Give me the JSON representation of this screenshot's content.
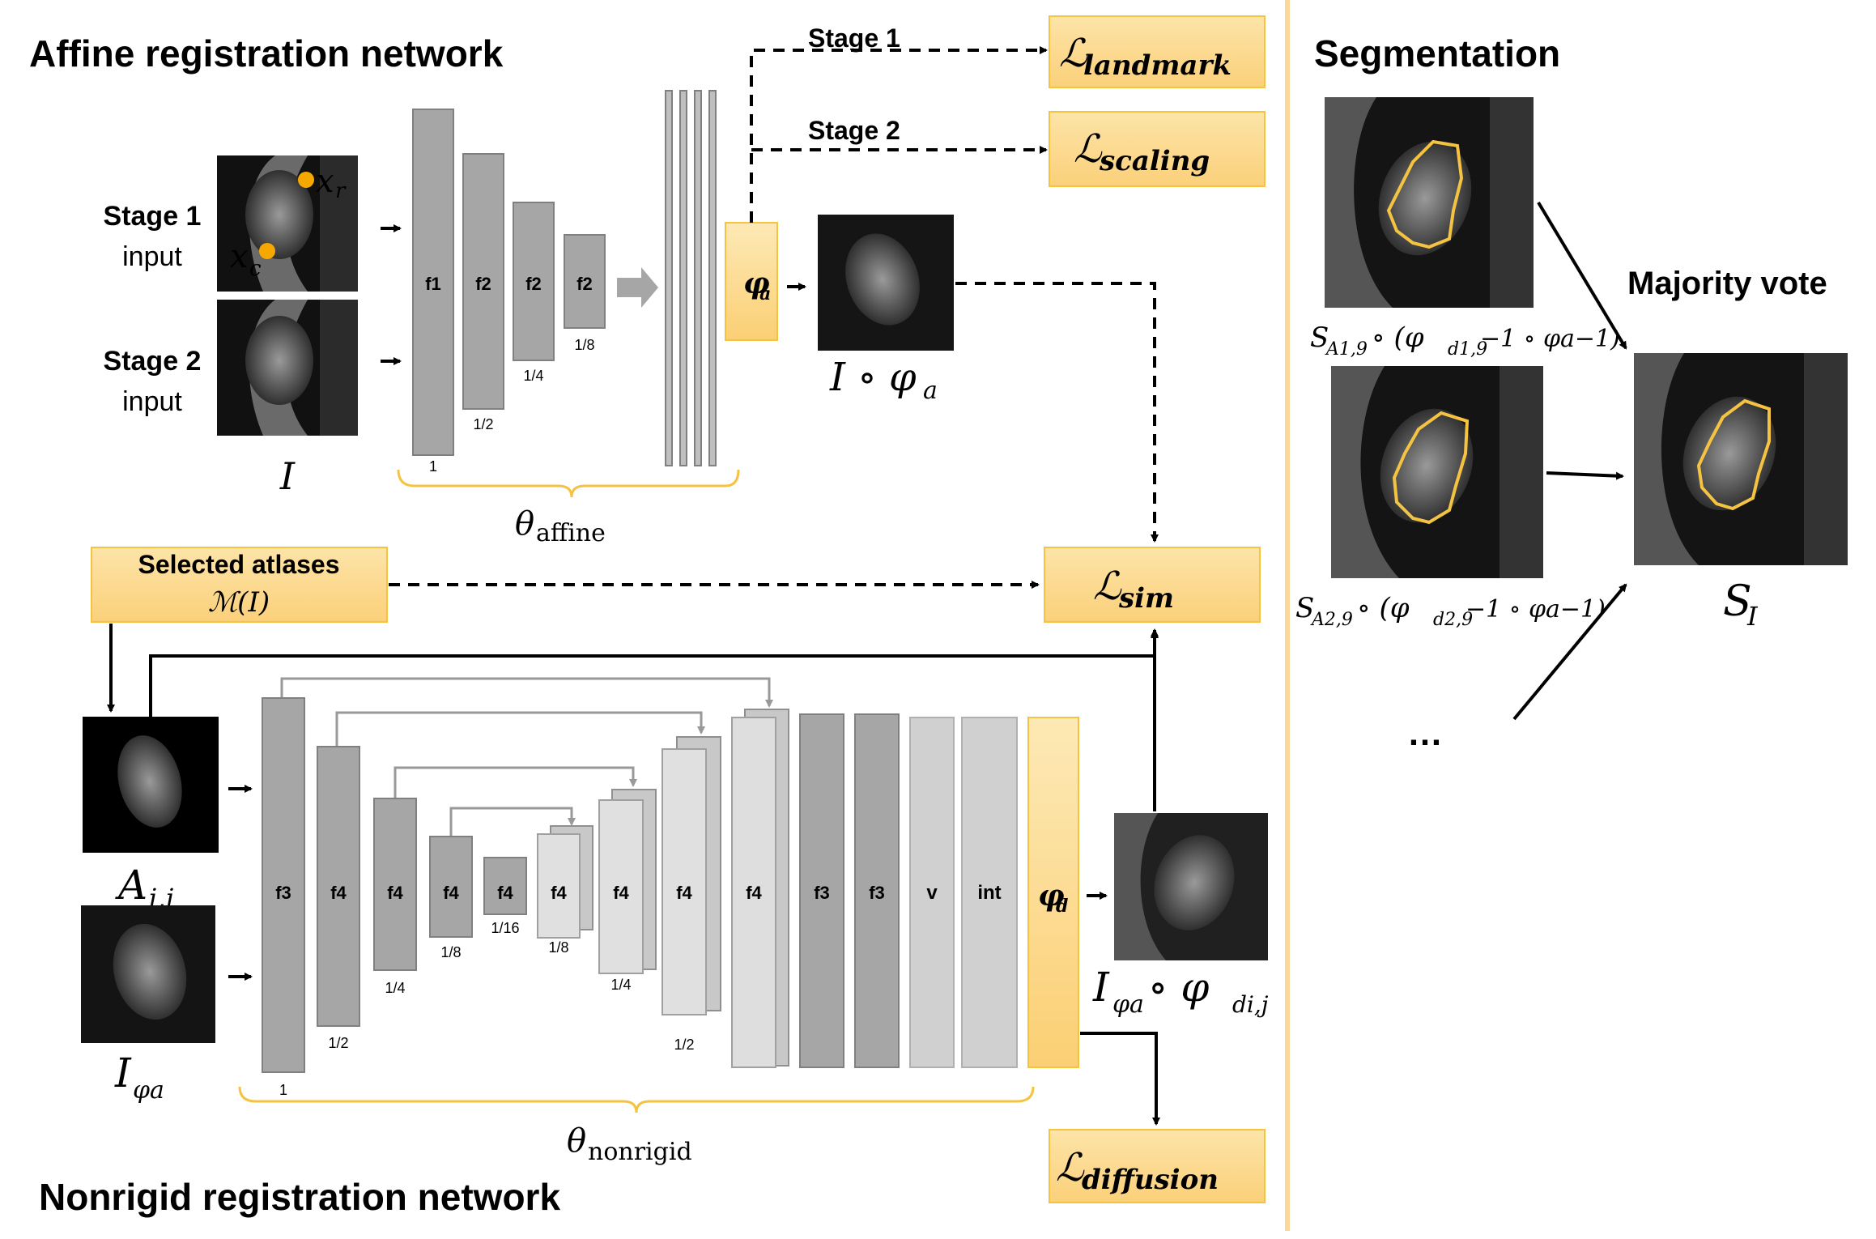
{
  "headings": {
    "affine": "Affine registration network",
    "nonrigid": "Nonrigid registration network",
    "segmentation": "Segmentation",
    "majority_vote": "Majority vote"
  },
  "affine": {
    "stage1_title": "Stage 1",
    "stage1_sub": "input",
    "stage2_title": "Stage 2",
    "stage2_sub": "input",
    "xr": "x",
    "xr_sub": "r",
    "xc": "x",
    "xc_sub": "c",
    "image_label": "I",
    "blocks": [
      "f1",
      "f2",
      "f2",
      "f2"
    ],
    "scales": [
      "1",
      "1/2",
      "1/4",
      "1/8"
    ],
    "phi_a": "φ",
    "phi_a_sub": "a",
    "output_label": "I ∘ φ",
    "output_sub": "a",
    "theta": "θ",
    "theta_sub": "affine",
    "stage1_arrow": "Stage 1",
    "stage2_arrow": "Stage 2"
  },
  "losses": {
    "landmark": "ℒ",
    "landmark_sub": "landmark",
    "scaling": "ℒ",
    "scaling_sub": "scaling",
    "sim": "ℒ",
    "sim_sub": "sim",
    "diffusion": "ℒ",
    "diffusion_sub": "diffusion"
  },
  "atlases": {
    "title": "Selected atlases",
    "formula": "ℳ(I)"
  },
  "nonrigid": {
    "atlas_label": "A",
    "atlas_sub": "i,j",
    "input_label": "I",
    "input_sub": "φa",
    "encoder": [
      "f3",
      "f4",
      "f4",
      "f4",
      "f4"
    ],
    "encoder_scales": [
      "1",
      "1/2",
      "1/4",
      "1/8",
      "1/16"
    ],
    "decoder": [
      "f4",
      "f4",
      "f4",
      "f4",
      "f3",
      "f3",
      "v",
      "int"
    ],
    "decoder_scales": [
      "1/8",
      "1/4",
      "1/2"
    ],
    "phi_d": "φ",
    "phi_d_sub": "d",
    "output_label": "I",
    "output_sub": "φa",
    "output_rest": " ∘ φ",
    "output_rest_sub": "di,j",
    "theta": "θ",
    "theta_sub": "nonrigid"
  },
  "segmentation": {
    "s1_label": "S",
    "s1_sub": "A1,9",
    "s1_rest": " ∘ (φ",
    "s1_d": "d1,9",
    "s1_tail": "−1 ∘ φa−1)",
    "s2_label": "S",
    "s2_sub": "A2,9",
    "s2_rest": " ∘ (φ",
    "s2_d": "d2,9",
    "s2_tail": "−1 ∘ φa−1)",
    "ellipsis": "…",
    "result": "S",
    "result_sub": "I"
  },
  "colors": {
    "orange_fill": "#fdd98a",
    "orange_stroke": "#f5c342",
    "divider": "#f9d89a",
    "block_dark": "#a6a6a6",
    "block_light": "#d9d9d9",
    "block_lighter": "#e8e8e8"
  }
}
